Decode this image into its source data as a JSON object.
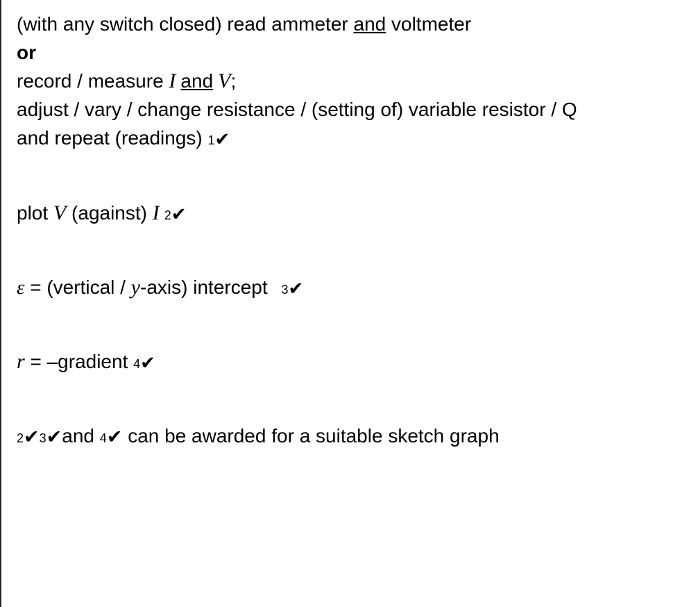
{
  "document": {
    "type": "mark-scheme-answer-cell",
    "background_color": "#ffffff",
    "text_color": "#000000",
    "border_color": "#262626",
    "lines": [
      {
        "id": "line-read-meters",
        "segments": [
          {
            "text": "(with any switch closed) read ammeter ",
            "style": "plain"
          },
          {
            "text": "and",
            "style": "underline"
          },
          {
            "text": " voltmeter",
            "style": "plain"
          }
        ]
      },
      {
        "id": "line-or",
        "segments": [
          {
            "text": "or",
            "style": "bold"
          }
        ]
      },
      {
        "id": "line-record-measure",
        "segments": [
          {
            "text": "record / measure ",
            "style": "plain"
          },
          {
            "text": "I",
            "style": "mathvar"
          },
          {
            "text": " ",
            "style": "plain"
          },
          {
            "text": "and",
            "style": "underline"
          },
          {
            "text": " ",
            "style": "plain"
          },
          {
            "text": "V",
            "style": "mathvar"
          },
          {
            "text": ";",
            "style": "plain"
          }
        ]
      },
      {
        "id": "line-adjust-resistance",
        "segments": [
          {
            "text": "adjust / vary / change resistance / (setting of) variable resistor / Q",
            "style": "plain"
          }
        ]
      },
      {
        "id": "line-repeat",
        "segments": [
          {
            "text": "and repeat (readings) ",
            "style": "plain"
          },
          {
            "text": "1",
            "style": "markno"
          },
          {
            "text": "✔",
            "style": "tick"
          }
        ]
      },
      {
        "id": "line-plot",
        "segments": [
          {
            "text": "plot ",
            "style": "plain"
          },
          {
            "text": "V",
            "style": "mathvar"
          },
          {
            "text": " (against) ",
            "style": "plain"
          },
          {
            "text": "I",
            "style": "mathvar"
          },
          {
            "text": " ",
            "style": "plain"
          },
          {
            "text": "2",
            "style": "markno"
          },
          {
            "text": "✔",
            "style": "tick"
          }
        ]
      },
      {
        "id": "line-emf-intercept",
        "segments": [
          {
            "text": "ε",
            "style": "mathvar-eps"
          },
          {
            "text": " = (vertical / ",
            "style": "plain"
          },
          {
            "text": "y",
            "style": "mathvar"
          },
          {
            "text": "-axis) intercept  ",
            "style": "plain"
          },
          {
            "text": "3",
            "style": "markno"
          },
          {
            "text": "✔",
            "style": "tick"
          }
        ]
      },
      {
        "id": "line-r-gradient",
        "segments": [
          {
            "text": "r",
            "style": "mathvar"
          },
          {
            "text": " = –gradient ",
            "style": "plain"
          },
          {
            "text": "4",
            "style": "markno"
          },
          {
            "text": "✔",
            "style": "tick"
          }
        ]
      },
      {
        "id": "line-sketch-graph-note",
        "segments": [
          {
            "text": "2",
            "style": "markno"
          },
          {
            "text": "✔",
            "style": "tick-light"
          },
          {
            "text": "3",
            "style": "markno"
          },
          {
            "text": "✔",
            "style": "tick-light"
          },
          {
            "text": "and ",
            "style": "plain"
          },
          {
            "text": "4",
            "style": "markno"
          },
          {
            "text": "✔",
            "style": "tick-light"
          },
          {
            "text": " can be awarded for a suitable sketch graph",
            "style": "plain"
          }
        ]
      }
    ],
    "text": {
      "read_meters_prefix": "(with any switch closed) read ammeter ",
      "read_meters_and": "and",
      "read_meters_suffix": " voltmeter",
      "or": "or",
      "record_prefix": "record / measure ",
      "var_I": "I",
      "record_and": "and",
      "var_V": "V",
      "record_suffix": ";",
      "adjust_resistance": "adjust / vary / change resistance / (setting of) variable resistor / Q",
      "repeat": "and repeat (readings) ",
      "mark_1": "1",
      "plot_prefix": "plot ",
      "plot_middle": " (against) ",
      "mark_2": "2",
      "var_eps": "ε",
      "eps_middle": " = (vertical / ",
      "var_y": "y",
      "eps_suffix": "-axis) intercept ",
      "mark_3": "3",
      "var_r": "r",
      "r_suffix": " = –gradient ",
      "mark_4": "4",
      "note_and": "and ",
      "note_suffix": " can be awarded for a suitable sketch graph",
      "tick": "✔"
    }
  }
}
